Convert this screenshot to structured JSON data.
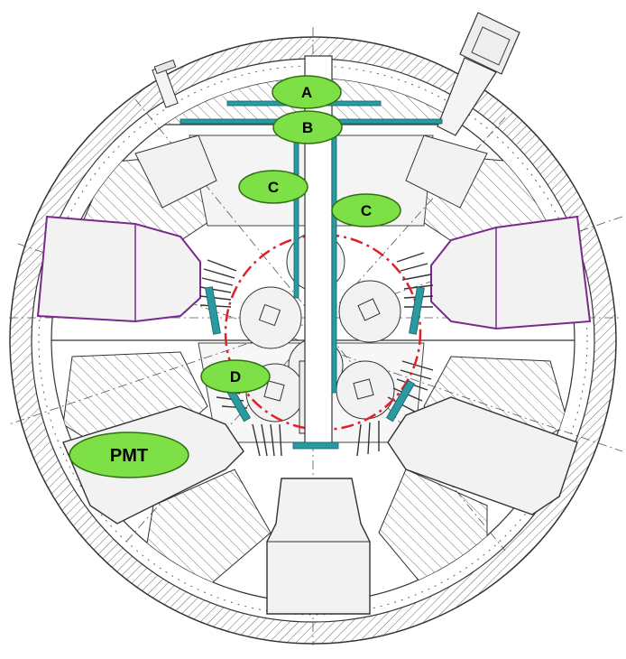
{
  "labels": {
    "a": "A",
    "b": "B",
    "c_left": "C",
    "c_right": "C",
    "d": "D",
    "pmt": "PMT"
  },
  "colors": {
    "label_fill": "#7de046",
    "label_stroke": "#2f6e12",
    "rod": "#2a9aa0",
    "rod_stroke": "#1a5e64",
    "dashed_circle": "#e0202a",
    "pmt_outline": "#7a2a8c",
    "line": "#3a3a3a",
    "hatch": "#555555"
  }
}
